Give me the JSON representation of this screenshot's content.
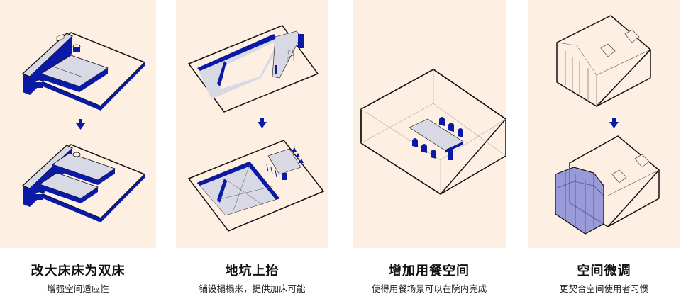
{
  "colors": {
    "panel_bg": "#fdf0e2",
    "accent_blue": "#0a1aa6",
    "fill_gray": "#d9d9e6",
    "glass_blue": "#7f85d6",
    "line": "#111111"
  },
  "panels": [
    {
      "title": "改大床床为双床",
      "subtitle": "增强空间适应性",
      "arrow_icon": "arrow-down-icon"
    },
    {
      "title": "地坑上抬",
      "subtitle": "铺设榻榻米，提供加床可能",
      "arrow_icon": "arrow-down-icon"
    },
    {
      "title": "增加用餐空间",
      "subtitle": "使得用餐场景可以在院内完成"
    },
    {
      "title": "空间微调",
      "subtitle": "更契合空间使用者习惯",
      "arrow_icon": "arrow-down-icon"
    }
  ]
}
